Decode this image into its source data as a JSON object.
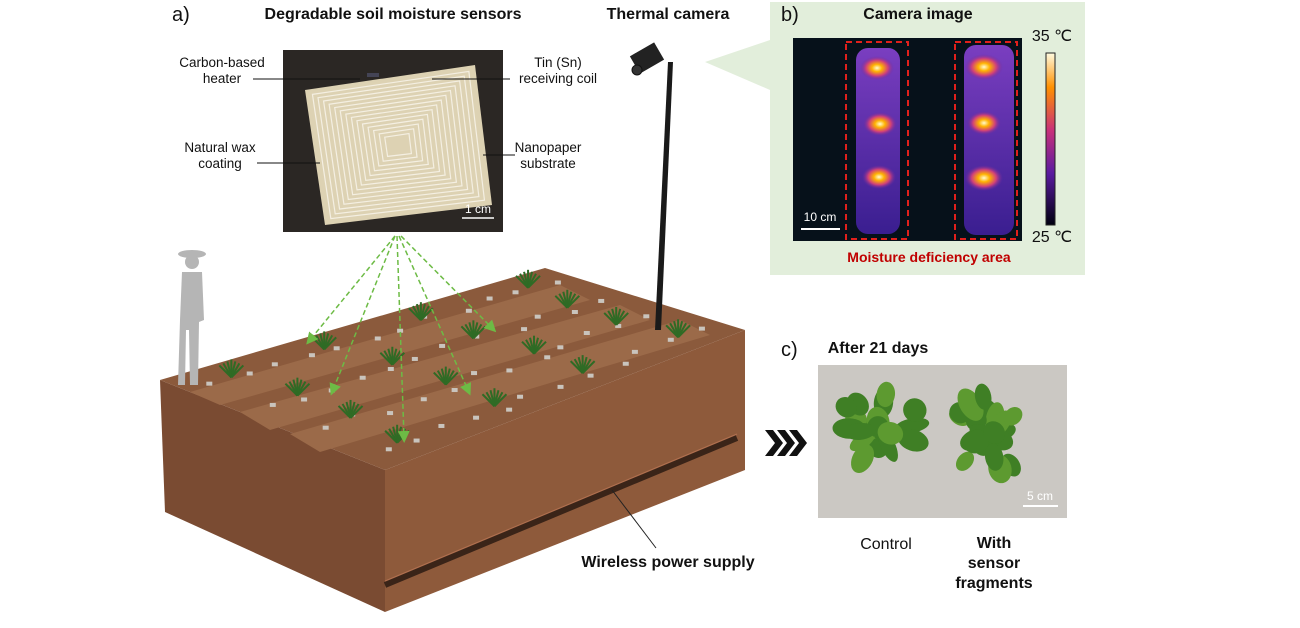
{
  "panel_a": {
    "letter": "a)",
    "title": "Degradable soil moisture sensors",
    "labels": {
      "heater": [
        "Carbon-based",
        "heater"
      ],
      "coil": [
        "Tin (Sn)",
        "receiving coil"
      ],
      "wax": [
        "Natural  wax",
        "coating"
      ],
      "substrate": [
        "Nanopaper",
        "substrate"
      ]
    },
    "scale_bar": "1 cm",
    "camera_label": "Thermal camera",
    "power_label": "Wireless power supply"
  },
  "panel_b": {
    "letter": "b)",
    "title": "Camera image",
    "colorbar_max": "35 ℃",
    "colorbar_min": "25 ℃",
    "scale_bar": "10 cm",
    "caption": "Moisture deficiency area",
    "colors": {
      "background": "#e2eedb",
      "caption": "#c00000",
      "dash": "#e0201c"
    }
  },
  "panel_c": {
    "letter": "c)",
    "title": "After 21 days",
    "scale_bar": "5 cm",
    "control_label": "Control",
    "sensor_label": [
      "With",
      "sensor",
      "fragments"
    ]
  },
  "colors": {
    "soil": "#8b5a3c",
    "arrow": "#6dbb45"
  }
}
